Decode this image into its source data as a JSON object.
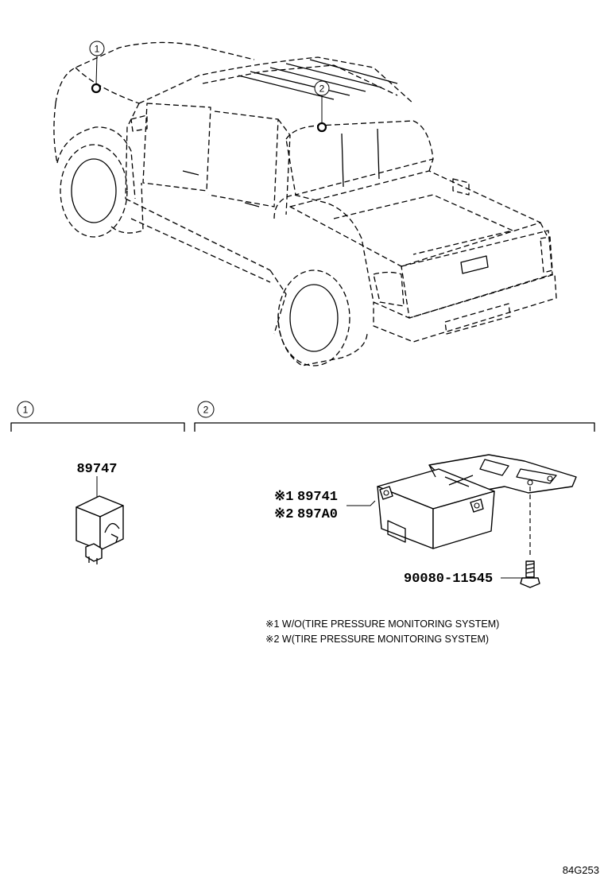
{
  "callouts": {
    "c1": "1",
    "c2": "2"
  },
  "sections": {
    "s1": {
      "number": "1"
    },
    "s2": {
      "number": "2"
    }
  },
  "parts": {
    "p89747": "89747",
    "p89741_mark": "※1",
    "p89741": "89741",
    "p897A0_mark": "※2",
    "p897A0": "897A0",
    "bolt": "90080-11545"
  },
  "notes": {
    "n1": "※1 W/O(TIRE PRESSURE MONITORING SYSTEM)",
    "n2": "※2 W(TIRE PRESSURE MONITORING SYSTEM)"
  },
  "diagram_code": "84G253"
}
